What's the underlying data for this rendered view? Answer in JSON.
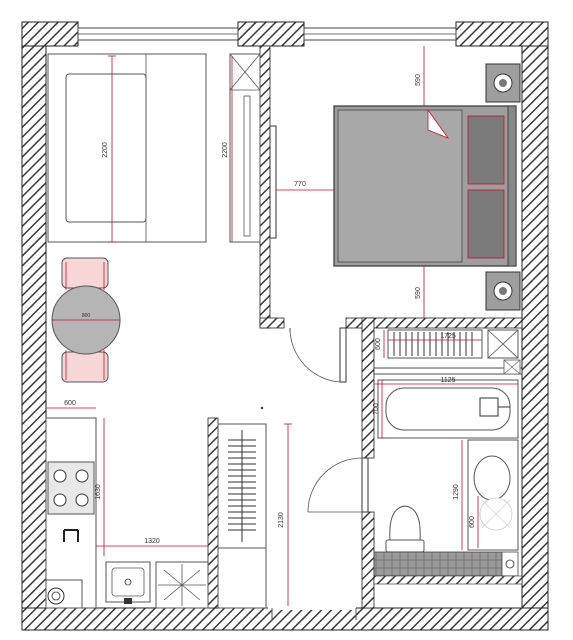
{
  "colors": {
    "wall": "#3a3a3a",
    "wall_hatch": "#bdbdbd",
    "dimension": "#c8102e",
    "furniture_stroke": "#555555",
    "bed_fill": "#9e9e9e",
    "pillow_fill": "#7a7a7a",
    "chair_fill": "#f6d6d6",
    "table_fill": "#b5b5b5",
    "tile_fill": "#8a8a8a"
  },
  "dimensions": {
    "sofa_length": "2200",
    "wardrobe_length": "2200",
    "bed_to_wall": "770",
    "bed_top_clearance": "590",
    "bed_bottom_clearance": "590",
    "table_diameter": "800",
    "kitchen_depth": "600",
    "kitchen_length": "1630",
    "hall_width": "1320",
    "closet_length": "2130",
    "shelf_depth": "600",
    "shelf_length": "1725",
    "bath_length": "1125",
    "bath_width": "700",
    "bath_zone_length": "1290",
    "sink_depth": "600"
  },
  "icons": {
    "cooktop": "cooktop-icon",
    "kitchen_sink": "kitchen-sink-icon",
    "washer": "washing-machine-icon",
    "toilet": "toilet-icon",
    "bathtub": "bathtub-icon",
    "bed": "bed-icon",
    "sofa": "sofa-icon"
  }
}
